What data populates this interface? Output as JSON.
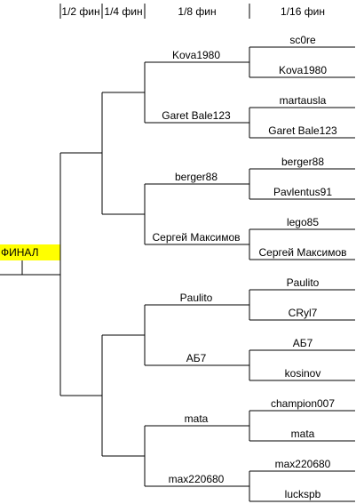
{
  "headers": {
    "semi": "1/2 фин",
    "quarter": "1/4 фин",
    "eighth": "1/8 фин",
    "sixteenth": "1/16 фин"
  },
  "final": {
    "label": "ФИНАЛ",
    "highlight_color": "#ffff00"
  },
  "round_of_8": [
    "Kova1980",
    "Garet Bale123",
    "berger88",
    "Сергей Максимов",
    "Paulito",
    "АБ7",
    "mata",
    "max220680"
  ],
  "round_of_16": [
    "sc0re",
    "Kova1980",
    "martausla",
    "Garet Bale123",
    "berger88",
    "Pavlentus91",
    "lego85",
    "Сергей Максимов",
    "Paulito",
    "CRyl7",
    "АБ7",
    "kosinov",
    "champion007",
    "mata",
    "max220680",
    "luckspb"
  ]
}
